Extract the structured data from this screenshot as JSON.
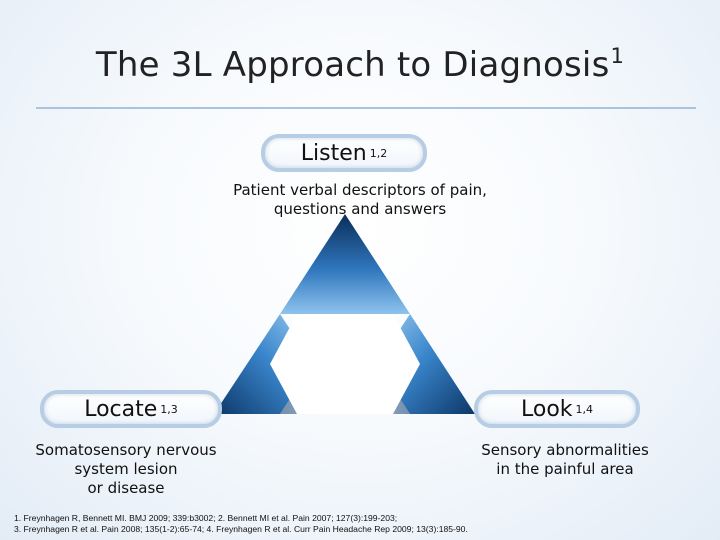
{
  "slide": {
    "title": "The 3L Approach to Diagnosis",
    "title_superscript": "1"
  },
  "nodes": {
    "listen": {
      "label": "Listen",
      "superscript": "1,2",
      "description_lines": [
        "Patient verbal descriptors of pain,",
        "questions and answers"
      ]
    },
    "locate": {
      "label": "Locate",
      "superscript": "1,3",
      "description_lines": [
        "Somatosensory nervous",
        "system lesion",
        "or disease"
      ]
    },
    "look": {
      "label": "Look",
      "superscript": "1,4",
      "description_lines": [
        "Sensory abnormalities",
        "in the painful area"
      ]
    }
  },
  "references": {
    "line1": "1. Freynhagen R, Bennett MI. BMJ 2009; 339:b3002; 2. Bennett MI et al. Pain 2007; 127(3):199-203;",
    "line2": "3. Freynhagen R et al. Pain 2008; 135(1-2):65-74; 4. Freynhagen R et al. Curr Pain Headache Rep 2009; 13(3):185-90."
  },
  "colors": {
    "triangle_dark": "#0d3d6e",
    "triangle_light": "#7fb7e5",
    "pill_border": "#b7cde4",
    "rule": "#aac4dd"
  }
}
